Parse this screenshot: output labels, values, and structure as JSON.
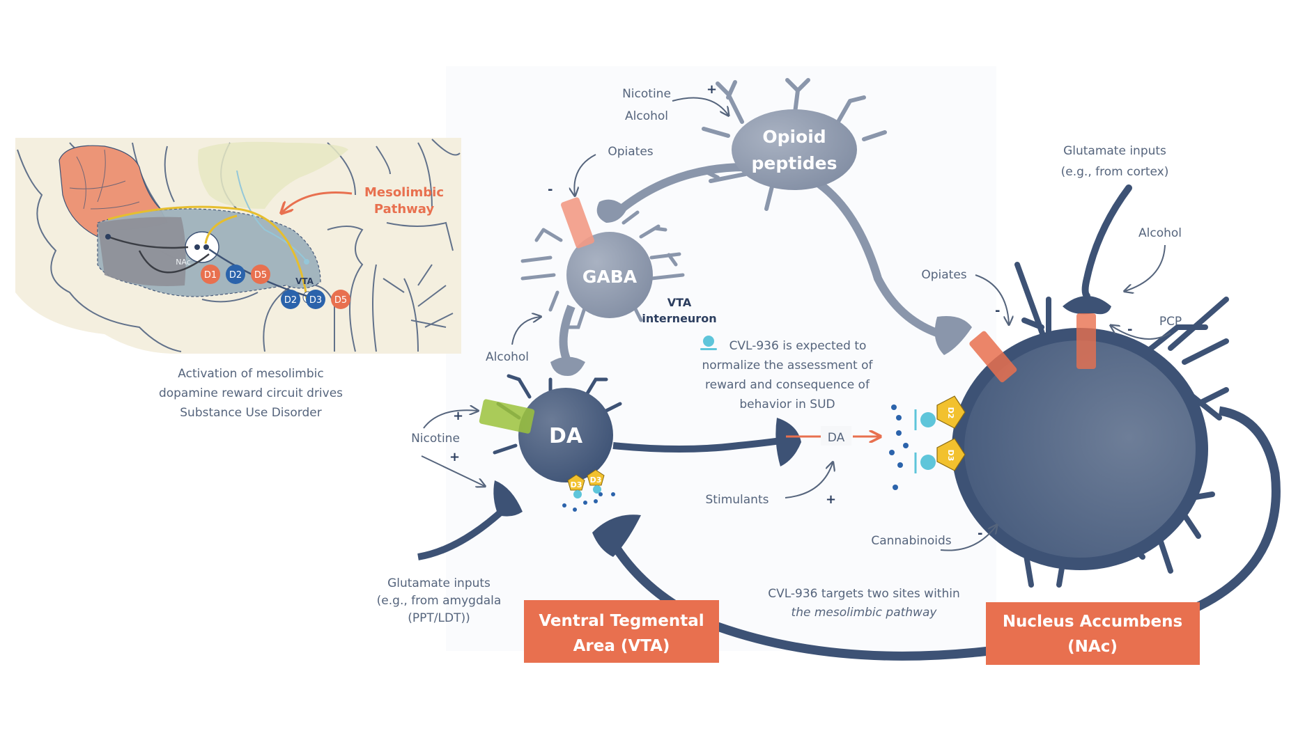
{
  "colors": {
    "dark_neuron": "#3d5275",
    "gray_neuron": "#8a96ab",
    "orange_accent": "#e8704f",
    "yellow_receptor": "#f2c12e",
    "cyan_drug": "#5ec5da",
    "green_channel": "#9bc23c",
    "brain_bg": "#f4efdf",
    "label_text": "#55647c"
  },
  "brain_inset": {
    "pathway_label_line1": "Mesolimbic",
    "pathway_label_line2": "Pathway",
    "nac_label": "NAc",
    "vta_label": "VTA",
    "nac_receptors": [
      "D1",
      "D2",
      "D5"
    ],
    "vta_receptors": [
      "D2",
      "D3",
      "D5"
    ],
    "caption_line1": "Activation of mesolimbic",
    "caption_line2": "dopamine reward circuit drives",
    "caption_line3": "Substance Use Disorder"
  },
  "cells": {
    "opioid_line1": "Opioid",
    "opioid_line2": "peptides",
    "gaba": "GABA",
    "gaba_caption_line1": "VTA",
    "gaba_caption_line2": "interneuron",
    "da": "DA"
  },
  "drug_labels": {
    "nicotine_top": "Nicotine",
    "alcohol_top": "Alcohol",
    "opiates_gaba": "Opiates",
    "alcohol_gaba": "Alcohol",
    "nicotine_da": "Nicotine",
    "glutamate_amygdala_line1": "Glutamate inputs",
    "glutamate_amygdala_line2": "(e.g., from amygdala",
    "glutamate_amygdala_line3": "(PPT/LDT))",
    "stimulants": "Stimulants",
    "da_synapse": "DA",
    "cannabinoids": "Cannabinoids",
    "opiates_nac": "Opiates",
    "glutamate_cortex_line1": "Glutamate inputs",
    "glutamate_cortex_line2": "(e.g., from cortex)",
    "alcohol_nac": "Alcohol",
    "pcp": "PCP"
  },
  "signs": {
    "plus": "+",
    "minus": "-"
  },
  "receptors": {
    "nac": [
      "D2",
      "D3"
    ],
    "vta": [
      "D3",
      "D3"
    ]
  },
  "annotations": {
    "cvl_expected_line1": "CVL-936 is expected to",
    "cvl_expected_line2": "normalize the assessment of",
    "cvl_expected_line3": "reward and consequence of",
    "cvl_expected_line4": "behavior in SUD",
    "cvl_targets_line1": "CVL-936 targets two sites within",
    "cvl_targets_line2": "the mesolimbic pathway"
  },
  "region_boxes": {
    "vta_line1": "Ventral Tegmental",
    "vta_line2": "Area (VTA)",
    "nac_line1": "Nucleus Accumbens",
    "nac_line2": "(NAc)"
  }
}
